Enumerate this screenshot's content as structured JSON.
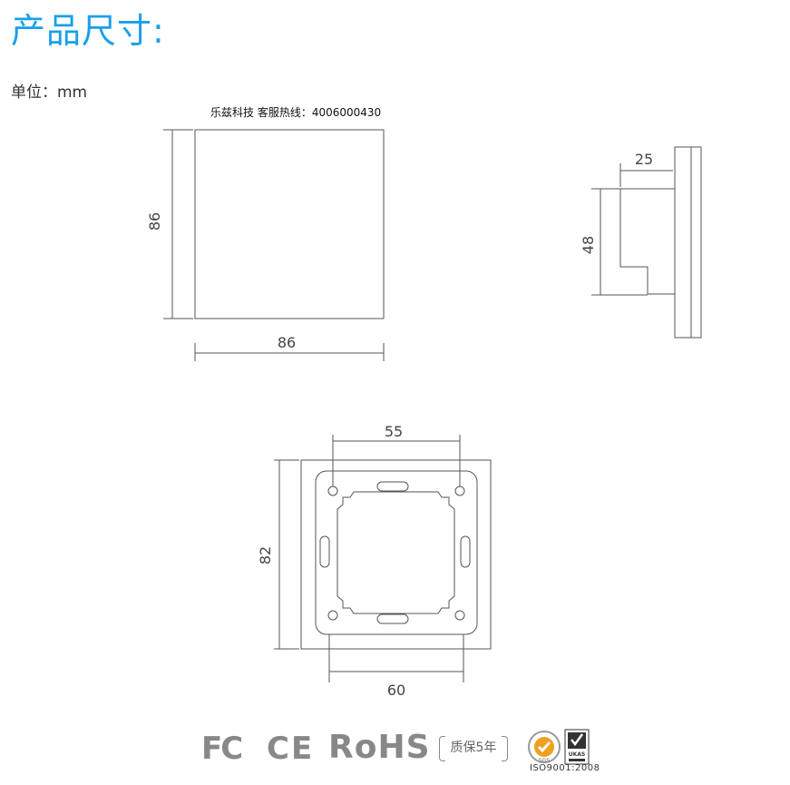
{
  "page": {
    "title": "产品尺寸:",
    "unit_label": "单位：mm",
    "hotline": "乐兹科技 客服热线：4006000430"
  },
  "dimensions": {
    "front_height": "86",
    "front_width": "86",
    "side_depth": "25",
    "side_height": "48",
    "back_mount_spacing": "55",
    "back_height": "82",
    "back_width": "60"
  },
  "certifications": {
    "fc": "FC",
    "ce": "CE",
    "rohs": "RoHS",
    "warranty": "质保5年",
    "sgs": "SGS",
    "ukas": "UKAS",
    "iso": "ISO9001:2008"
  },
  "colors": {
    "title": "#1aa0e8",
    "line": "#555555",
    "logo_gray": "#888888",
    "sgs_orange": "#f0a020"
  }
}
